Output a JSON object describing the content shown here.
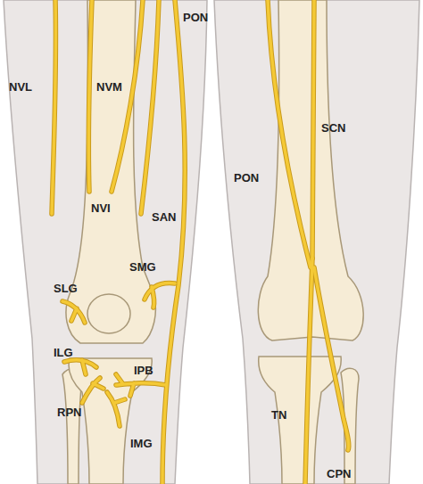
{
  "diagram": {
    "labels": [
      "NVL",
      "NVM",
      "PON",
      "NVI",
      "SAN",
      "SMG",
      "SLG",
      "ILG",
      "IPB",
      "RPN",
      "IMG",
      "SCN",
      "PON",
      "TN",
      "CPN"
    ]
  }
}
